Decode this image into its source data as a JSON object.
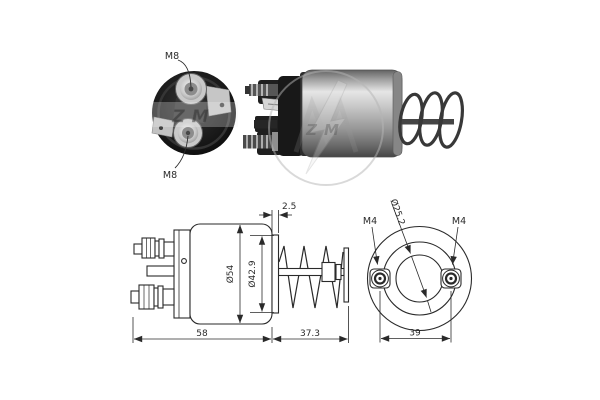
{
  "rear_view_photo": {
    "label_top": "M8",
    "label_bottom": "M8",
    "watermark_text": "ZM"
  },
  "side_view_photo": {
    "watermark_text": "ZM"
  },
  "section_drawing": {
    "dim_flange_thickness": "2.5",
    "dim_body_diameter": "Ø54",
    "dim_flange_diameter": "Ø42.9",
    "dim_body_length": "58",
    "dim_plunger_assembly_length": "37.3"
  },
  "front_view_drawing": {
    "label_bolt_left": "M4",
    "label_bolt_right": "M4",
    "dim_bore_diameter": "Ø25.2",
    "dim_bolt_spacing": "39"
  },
  "colors": {
    "background": "#ffffff",
    "line": "#2a2a2a",
    "watermark": "#b5b5b5",
    "photo_dark": "#1a1a1a",
    "photo_metal_light": "#e3e3e3"
  }
}
